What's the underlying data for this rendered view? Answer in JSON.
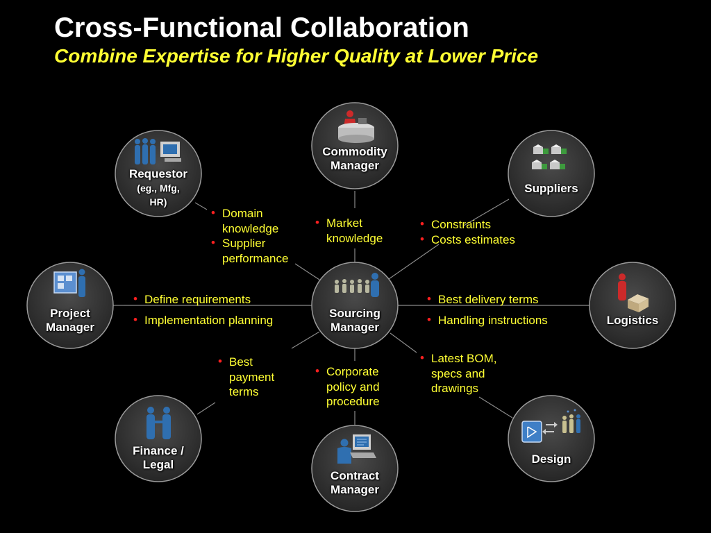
{
  "header": {
    "title": "Cross-Functional Collaboration",
    "subtitle": "Combine Expertise for Higher Quality at Lower Price"
  },
  "colors": {
    "title": "#ffffff",
    "subtitle": "#ffff33",
    "note_text": "#ffff33",
    "bullet": "#ff2020",
    "node_fill": "#3a3a3a",
    "node_stroke": "#9a9a9a",
    "connector": "#8a8a8a",
    "figure_blue": "#2f6fb0",
    "figure_red": "#cc2a2a"
  },
  "nodes": {
    "commodity": {
      "lines": [
        "Commodity",
        "Manager"
      ],
      "icon": "person-at-desk-icon"
    },
    "suppliers": {
      "lines": [
        "Suppliers"
      ],
      "icon": "supplier-buildings-icon"
    },
    "requestor": {
      "lines": [
        "Requestor",
        "(eg., Mfg,",
        "HR)"
      ],
      "icon": "people-with-computer-icon"
    },
    "project": {
      "lines": [
        "Project",
        "Manager"
      ],
      "icon": "person-with-chart-board-icon"
    },
    "sourcing": {
      "lines": [
        "Sourcing",
        "Manager"
      ],
      "icon": "team-group-icon"
    },
    "logistics": {
      "lines": [
        "Logistics"
      ],
      "icon": "person-with-package-icon"
    },
    "finance": {
      "lines": [
        "Finance /",
        "Legal"
      ],
      "icon": "handshake-people-icon"
    },
    "design": {
      "lines": [
        "Design"
      ],
      "icon": "design-drawing-icon"
    },
    "contract": {
      "lines": [
        "Contract",
        "Manager"
      ],
      "icon": "person-at-computer-icon"
    }
  },
  "notes": {
    "requestor": [
      "Domain knowledge",
      "Supplier performance"
    ],
    "commodity": [
      "Market knowledge"
    ],
    "suppliers": [
      "Constraints",
      "Costs estimates"
    ],
    "project": [
      "Define requirements",
      "Implementation planning"
    ],
    "logistics": [
      "Best delivery terms",
      "Handling instructions"
    ],
    "finance": [
      "Best payment terms"
    ],
    "contract": [
      "Corporate policy and procedure"
    ],
    "design": [
      "Latest BOM, specs and drawings"
    ]
  }
}
